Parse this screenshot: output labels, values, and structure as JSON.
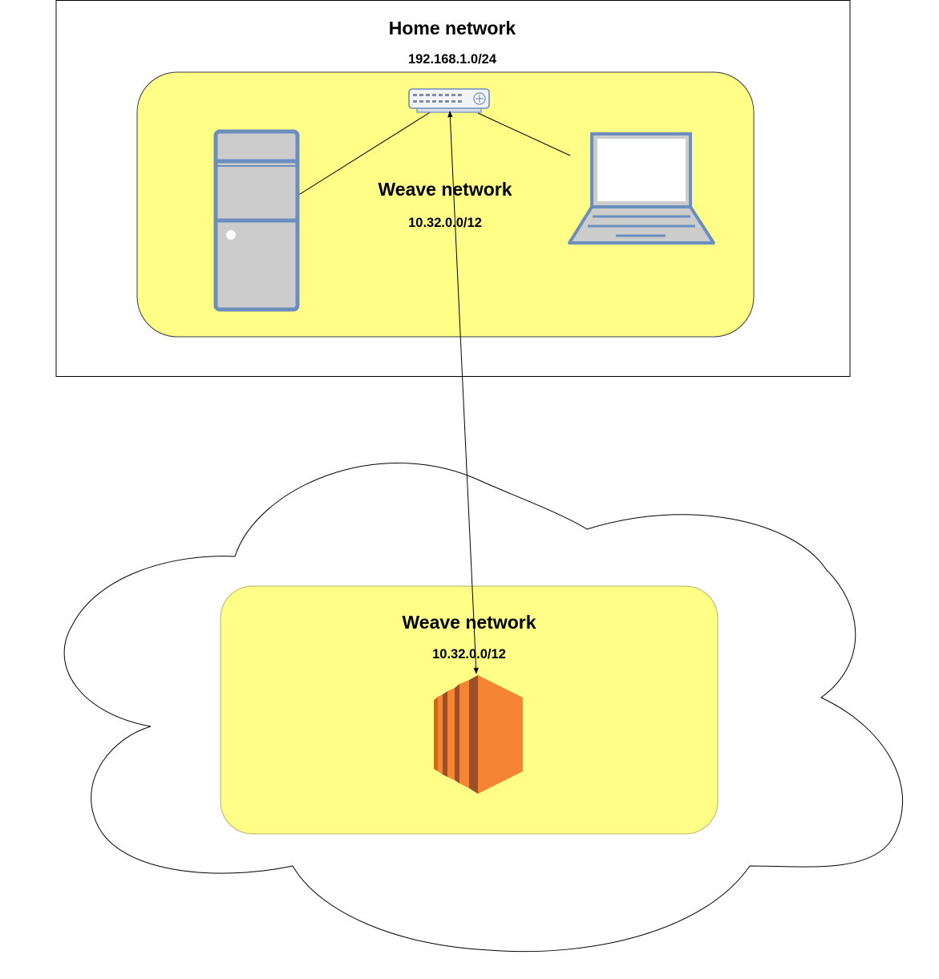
{
  "home_network": {
    "title": "Home network",
    "subnet": "192.168.1.0/24"
  },
  "home_weave": {
    "title": "Weave network",
    "subnet": "10.32.0.0/12"
  },
  "cloud_weave": {
    "title": "Weave network",
    "subnet": "10.32.0.0/12"
  },
  "colors": {
    "weave_fill": "#ffff88",
    "device_outline": "#6c8ebf",
    "device_fill": "#cccccc",
    "instance_orange": "#f58534",
    "instance_dark": "#9d5025"
  },
  "icons": {
    "switch": "network-switch-icon",
    "server": "tower-server-icon",
    "laptop": "laptop-icon",
    "instance": "cloud-compute-instance-icon",
    "cloud": "cloud-shape"
  }
}
